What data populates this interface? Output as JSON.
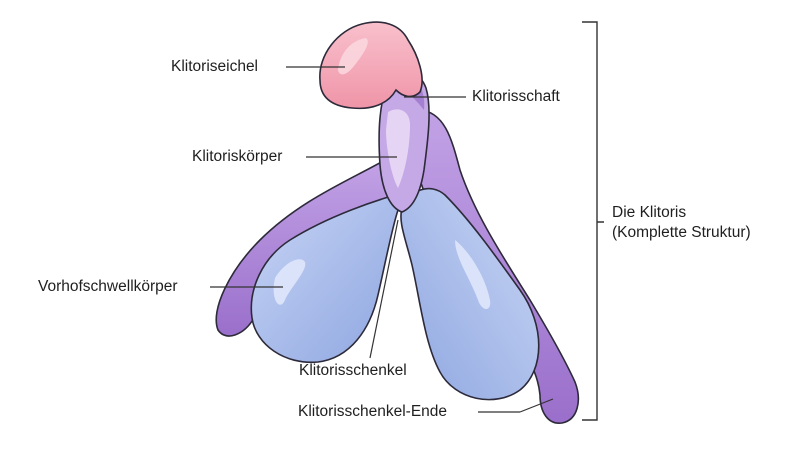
{
  "labels": {
    "glans": "Klitoriseichel",
    "shaft": "Klitorisschaft",
    "body": "Klitoriskörper",
    "vestibular_bulb": "Vorhofschwellkörper",
    "crus": "Klitorisschenkel",
    "crus_end": "Klitorisschenkel-Ende",
    "whole_title": "Die Klitoris",
    "whole_subtitle": "(Komplette Struktur)"
  },
  "colors": {
    "glans": "#f4a4b4",
    "shaft": "#b593d8",
    "crus": "#a57cd0",
    "bulb": "#9fb4e6",
    "outline": "#2d2a3a",
    "leader": "#333333"
  }
}
